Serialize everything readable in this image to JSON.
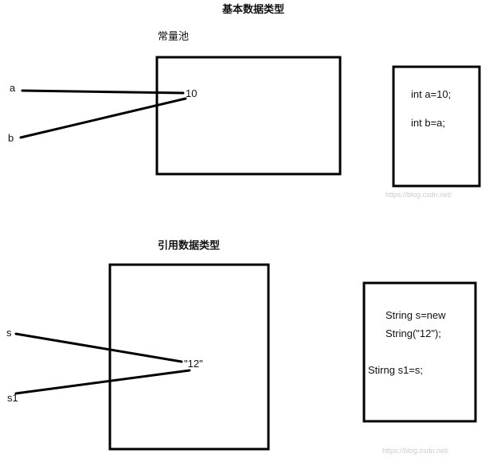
{
  "primitive": {
    "title": "基本数据类型",
    "pool_label": "常量池",
    "value": "10",
    "var_a": "a",
    "var_b": "b",
    "code": [
      "int a=10;",
      "int b=a;"
    ]
  },
  "reference": {
    "title": "引用数据类型",
    "value": "\"12\"",
    "var_s": "s",
    "var_s1": "s1",
    "code": [
      "String s=new",
      "String(\"12\");",
      "Stirng s1=s;"
    ]
  },
  "watermark": "https://blog.csdn.net/"
}
